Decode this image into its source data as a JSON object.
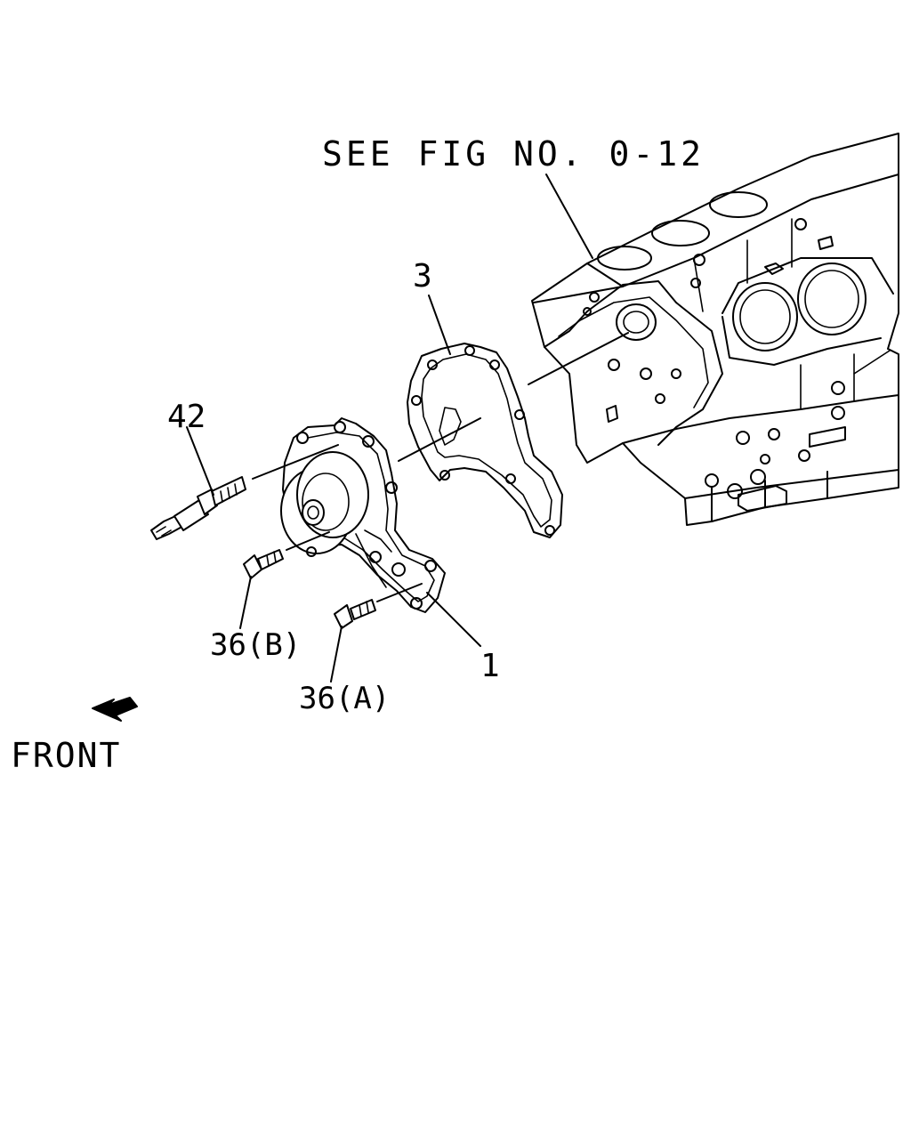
{
  "diagram": {
    "ref_note": "SEE FIG NO. 0-12",
    "front_label": "FRONT",
    "callouts": {
      "gasket": "3",
      "stud": "42",
      "pump": "1",
      "bolt_b": "36(B)",
      "bolt_a": "36(A)"
    }
  }
}
